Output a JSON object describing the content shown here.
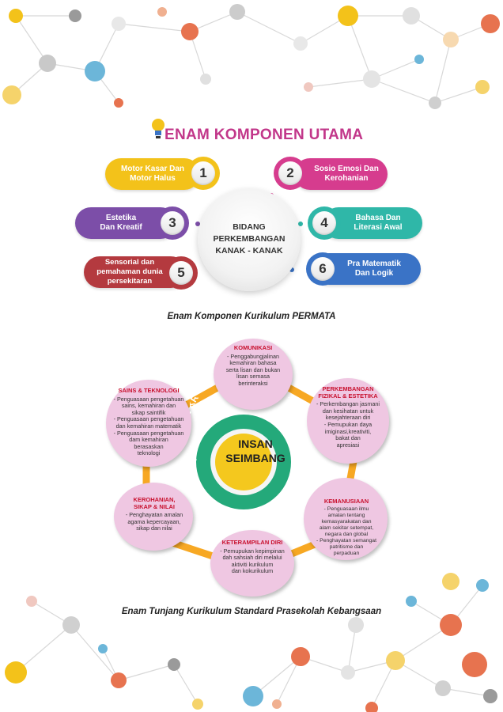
{
  "title": "ENAM KOMPONEN UTAMA",
  "center": {
    "line1": "BIDANG",
    "line2": "PERKEMBANGAN",
    "line3": "KANAK - KANAK"
  },
  "components": [
    {
      "num": "1",
      "line1": "Motor Kasar Dan",
      "line2": "Motor Halus",
      "color": "#f3c21a"
    },
    {
      "num": "2",
      "line1": "Sosio Emosi Dan",
      "line2": "Kerohanian",
      "color": "#d63c8e"
    },
    {
      "num": "3",
      "line1": "Estetika",
      "line2": "Dan Kreatif",
      "color": "#7c4ea8"
    },
    {
      "num": "4",
      "line1": "Bahasa Dan",
      "line2": "Literasi Awal",
      "color": "#2fb7a8"
    },
    {
      "num": "5",
      "line1": "Sensorial dan",
      "line2": "pemahaman dunia",
      "line3": "persekitaran",
      "color": "#b43a3f"
    },
    {
      "num": "6",
      "line1": "Pra Matematik",
      "line2": "Dan Logik",
      "color": "#3a73c6"
    }
  ],
  "caption1": "Enam Komponen Kurikulum PERMATA",
  "caption2": "Enam Tunjang Kurikulum Standard Prasekolah Kebangsaan",
  "ring_text": "PEMIKIRAN KRITIS & KREATIF INOVATIF",
  "insan": {
    "line1": "INSAN",
    "line2": "SEIMBANG"
  },
  "colors": {
    "ring_green": "#24a97a",
    "bubble_pink": "#efc7e2",
    "connector_orange": "#f7a823",
    "title_magenta": "#c2378a",
    "bubble_title_red": "#c8102e"
  },
  "tunjang": {
    "komunikasi": {
      "title": "KOMUNIKASI",
      "items": [
        "- Penggabungjalinan",
        "kemahiran bahasa",
        "serta lisan dan bukan",
        "lisan semasa",
        "berinteraksi"
      ]
    },
    "sains": {
      "title": "SAINS & TEKNOLOGI",
      "items": [
        "- Penguasaan pengetahuan",
        "sains, kemahiran dan",
        "sikap saintifik",
        "- Penguasaan pengetahuan",
        "dan kemahiran matematik",
        "- Penguasaan pengetahuan",
        "dam kemahiran",
        "berasaskan",
        "teknologi"
      ]
    },
    "fizikal": {
      "title1": "PERKEMBANGAN",
      "title2": "FIZIKAL & ESTETIKA",
      "items": [
        "- Perkembangan jasmani",
        "dan kesihatan untuk",
        "kesejahteraan diri",
        "- Pemupukan daya",
        "imiginasi,kreativiti,",
        "bakat dan",
        "apresiasi"
      ]
    },
    "kerohanian": {
      "title1": "KEROHANIAN,",
      "title2": "SIKAP & NILAI",
      "items": [
        "- Penghayatan amalan",
        "agama kepercayaan,",
        "sikap dan nilai"
      ]
    },
    "kemanusiaan": {
      "title": "KEMANUSIAAN",
      "items": [
        "- Penguasaan ilmu",
        "amalan tentang",
        "kemasyarakatan dan",
        "alam sekitar setempat,",
        "negara dan global",
        "- Penghayatan semangat",
        "patritisme dan",
        "perpaduan"
      ]
    },
    "keterampilan": {
      "title": "KETERAMPILAN DIRI",
      "items": [
        "- Pemupukan kepimpinan",
        "dah sahsiah diri melalui",
        "aktiviti kurikulum",
        "dan kokurikulum"
      ]
    }
  }
}
